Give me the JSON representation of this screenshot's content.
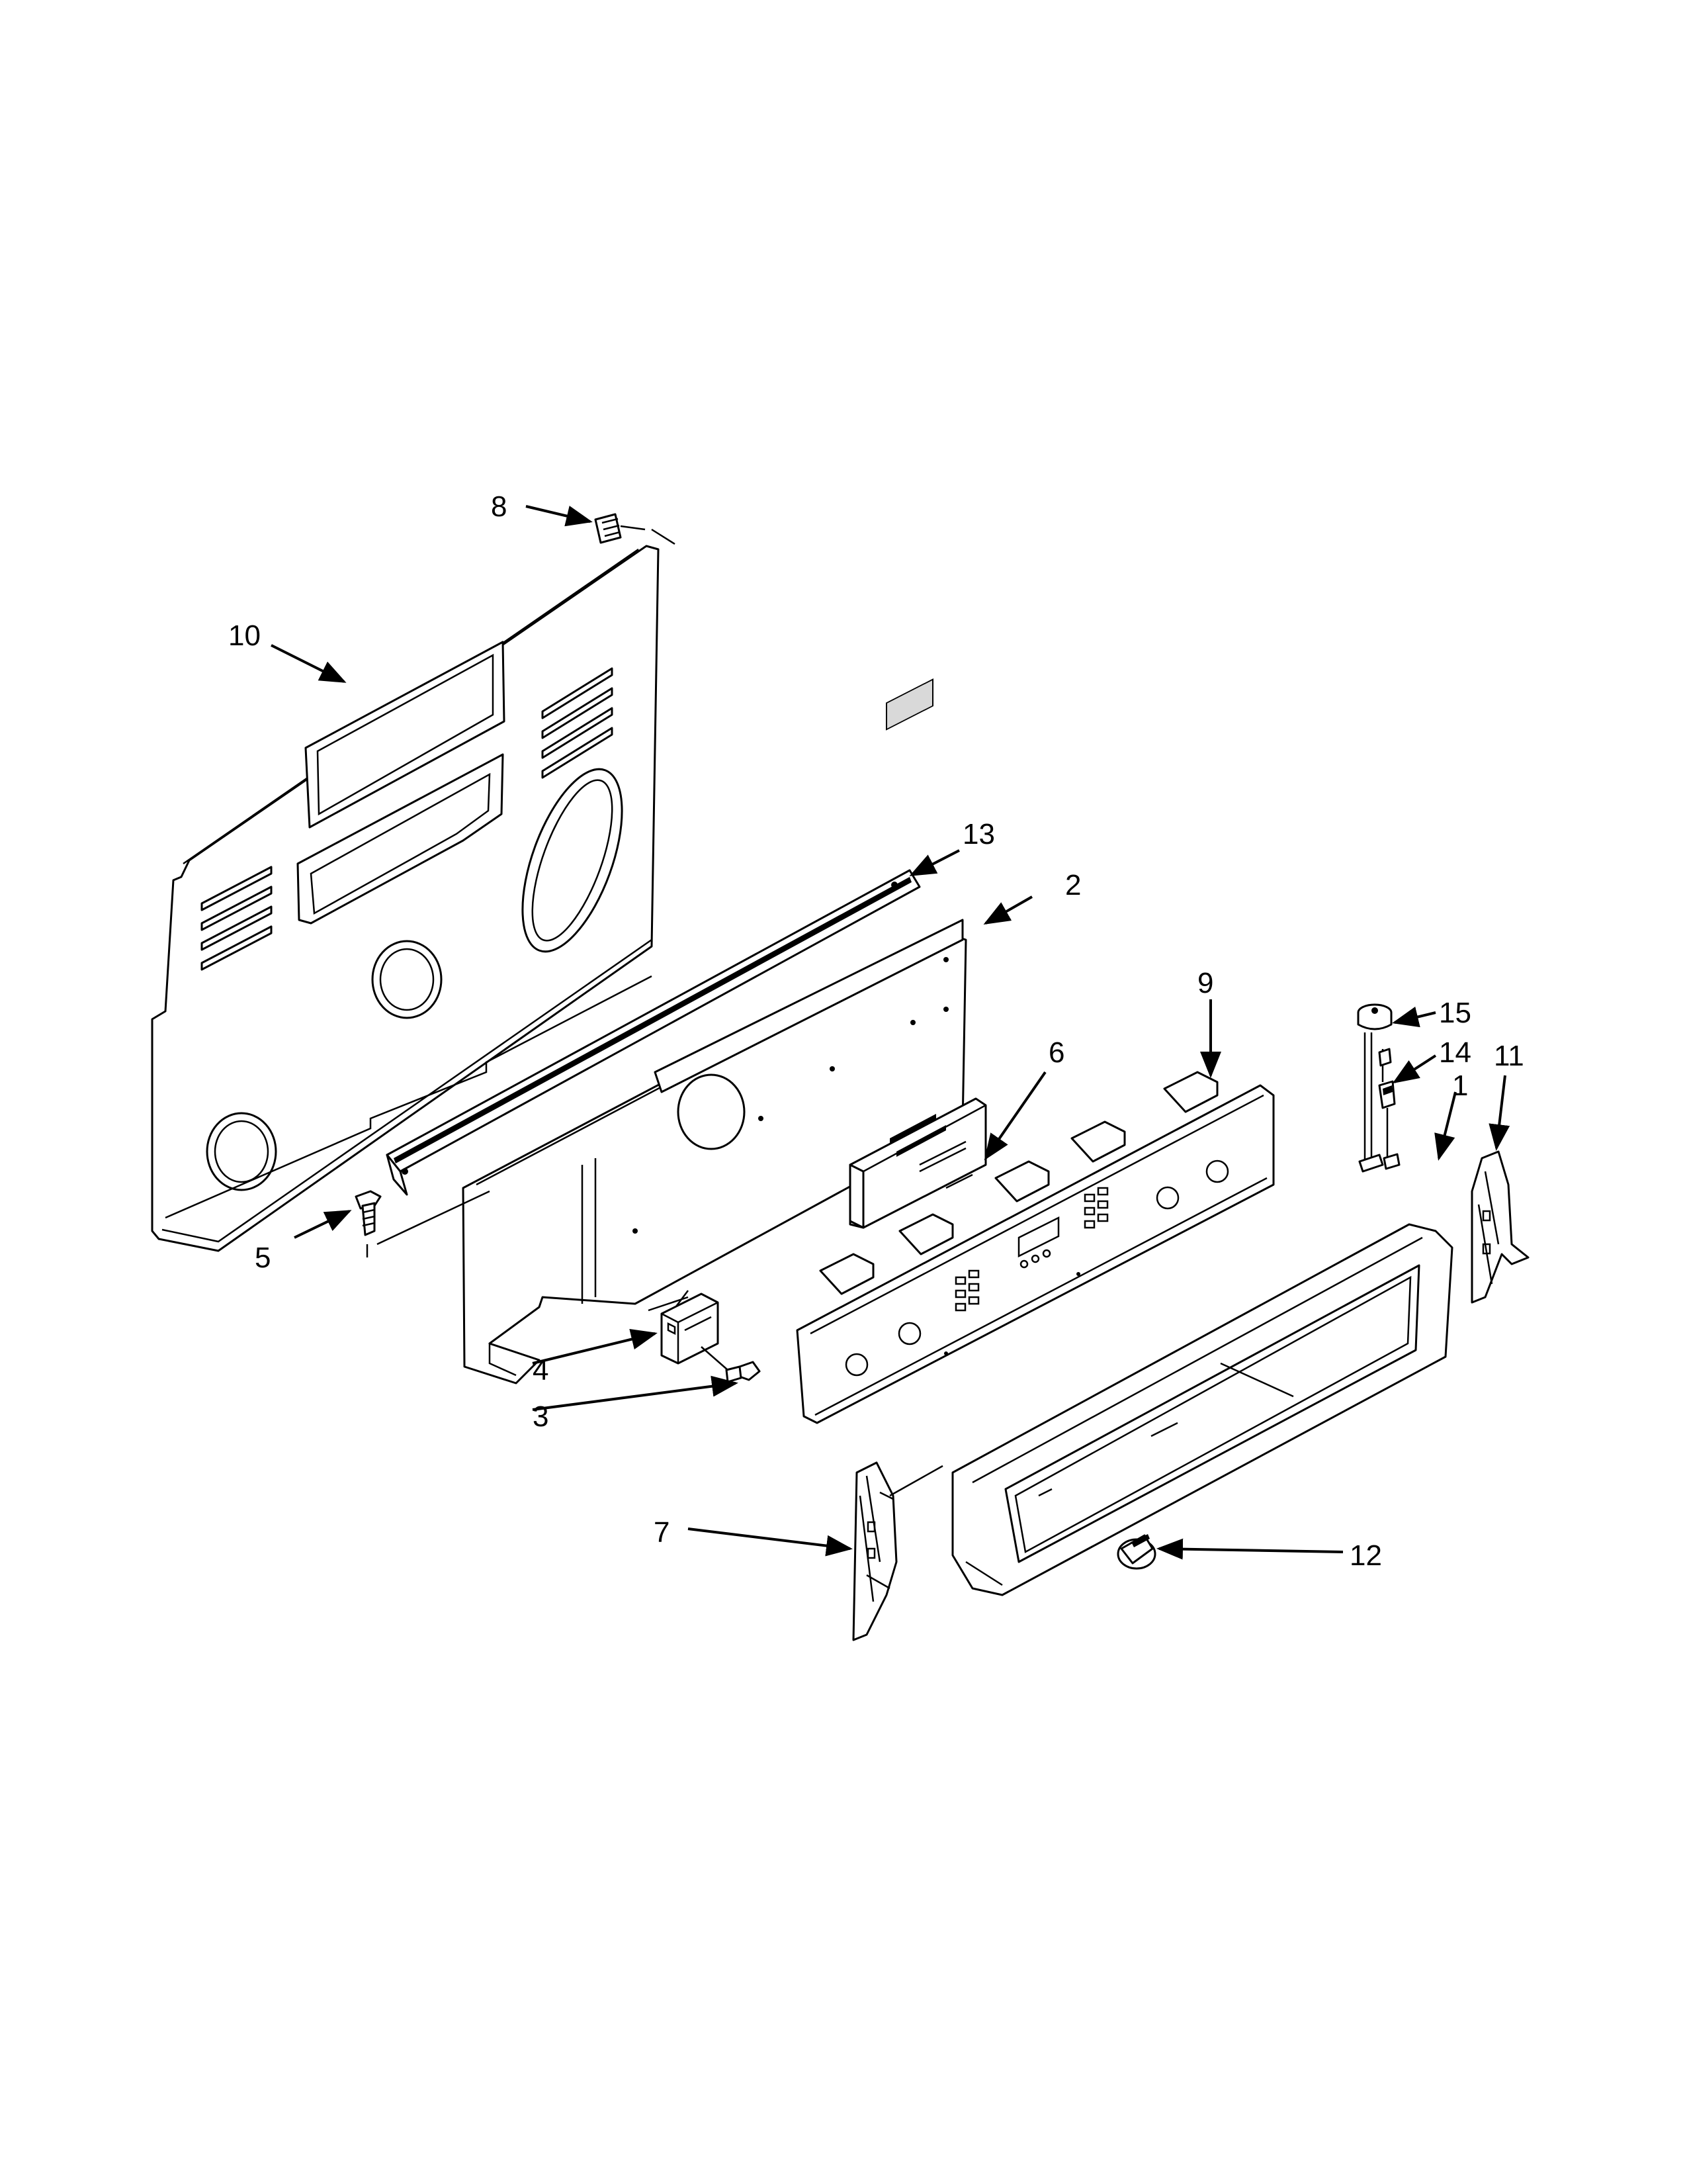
{
  "diagram": {
    "type": "exploded-parts-diagram",
    "callouts": [
      "1",
      "2",
      "3",
      "4",
      "5",
      "6",
      "7",
      "8",
      "9",
      "10",
      "11",
      "12",
      "13",
      "14",
      "15"
    ]
  }
}
